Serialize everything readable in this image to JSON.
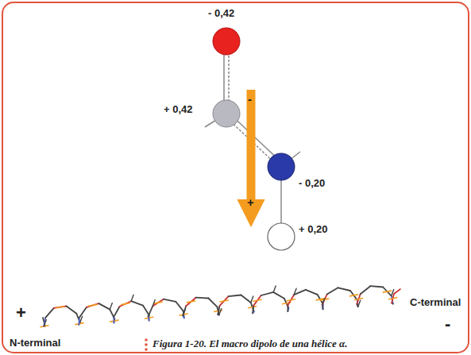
{
  "diagram": {
    "caption": "Figura 1-20. El macro dipolo de una hélice α.",
    "labels": [
      "- 0,42",
      "+ 0,42",
      "-",
      "- 0,20",
      "+",
      "+ 0,20",
      "C-terminal",
      "+",
      "-",
      "N-terminal"
    ]
  }
}
